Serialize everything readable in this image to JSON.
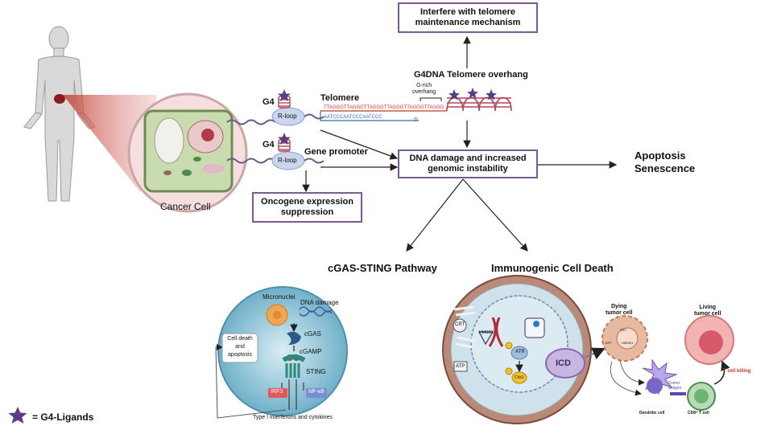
{
  "colors": {
    "box_border": "#7a5a8f",
    "star": "#5b3d86",
    "cell_fill": "#7fb3c9",
    "tumor_cell_fill": "#d6a893",
    "dying_cell": "#e7b9a0",
    "living_cell": "#f3b3b3"
  },
  "labels": {
    "g4_top": "G4",
    "g4_bottom": "G4",
    "rloop_top": "R-loop",
    "rloop_bottom": "R-loop",
    "telomere": "Telomere",
    "gene_promoter": "Gene promoter",
    "g4dna_overhang": "G4DNA Telomere overhang",
    "g_rich": "G-rich\noverhang",
    "seq_top": "TTAGGGTTAGGGTTAGGGTTAGGGTTAGGGTTAGGG",
    "seq_bottom": "AATCCCAATCCCAATCCC",
    "five_prime": "5'",
    "cancer_cell": "Cancer Cell",
    "apoptosis": "Apoptosis\nSenescence",
    "cgas_pathway": "cGAS-STING Pathway",
    "icd_title": "Immunogenic Cell Death",
    "legend": "= G4-Ligands"
  },
  "boxes": {
    "telomere_mech": "Interfere with telomere\nmaintenance mechanism",
    "dna_damage": "DNA damage and increased\ngenomic instability",
    "oncogene": "Oncogene expression\nsuppression"
  },
  "cgas": {
    "micronuclei": "Micronuclei",
    "dna_damage": "DNA damage",
    "cgas": "cGAS",
    "cgamp": "cGAMP",
    "sting": "STING",
    "irf3": "IRF3",
    "nfkb": "NF-κB",
    "cell_death": "Cell death\nand\napoptosis",
    "type1": "Type I interferons and cytokines"
  },
  "icd": {
    "crt": "CRT",
    "atp": "ATP",
    "hmgb1": "HMGB1",
    "atr": "ATR",
    "chk1": "Chk1",
    "icd": "ICD",
    "dying": "Dying\ntumor cell",
    "living": "Living\ntumor cell",
    "dendritic": "Dendritic cell",
    "cd8": "CD8⁺ T cell",
    "tumor_antigen": "Tumor\nantigen",
    "t_killing": "T cell killing",
    "crt_small": "CRT",
    "atp_small": "ATP",
    "hmgb1_small": "HMGB1"
  }
}
